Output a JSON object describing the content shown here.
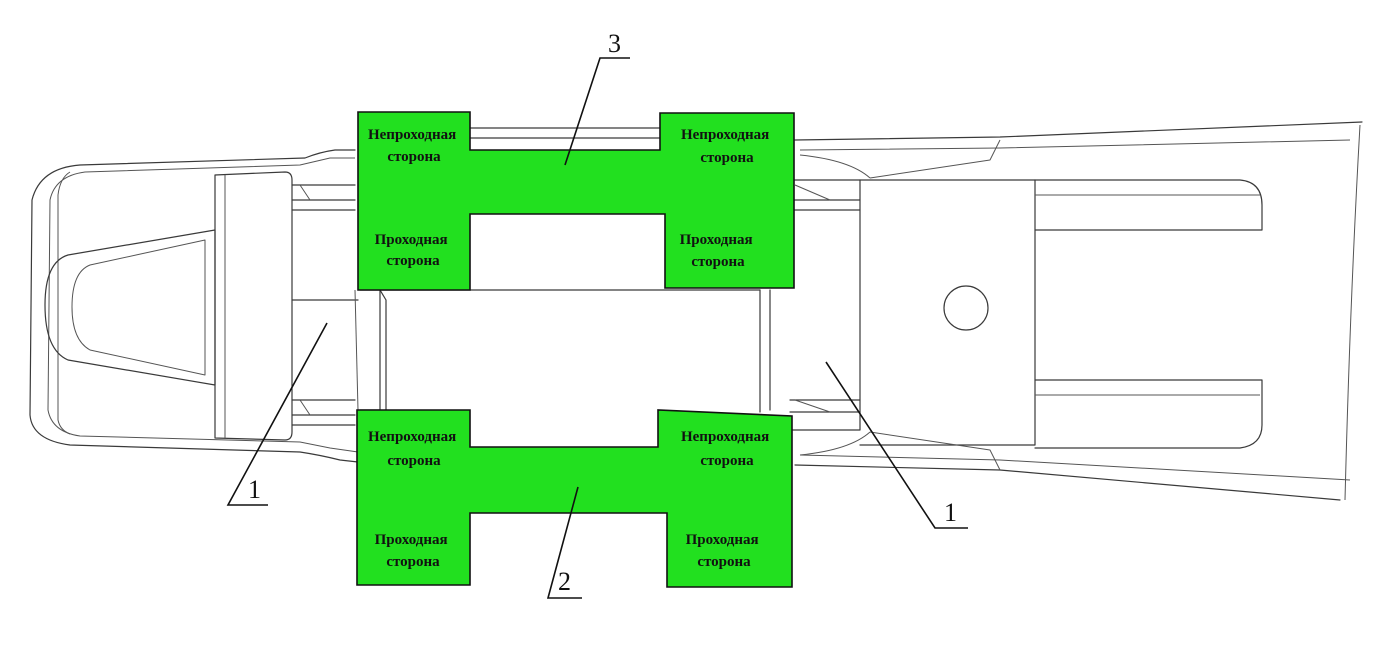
{
  "gauges": {
    "top": {
      "number": "3",
      "tl_label": [
        "Непроходная",
        "сторона"
      ],
      "tr_label": [
        "Непроходная",
        "сторона"
      ],
      "bl_label": [
        "Проходная",
        "сторона"
      ],
      "br_label": [
        "Проходная",
        "сторона"
      ]
    },
    "bottom": {
      "number": "2",
      "tl_label": [
        "Непроходная",
        "сторона"
      ],
      "tr_label": [
        "Непроходная",
        "сторона"
      ],
      "bl_label": [
        "Проходная",
        "сторона"
      ],
      "br_label": [
        "Проходная",
        "сторона"
      ]
    }
  },
  "callouts": {
    "left": "1",
    "right": "1"
  },
  "colors": {
    "gauge_fill": "#22e01f",
    "outline": "#3a3a3a"
  }
}
